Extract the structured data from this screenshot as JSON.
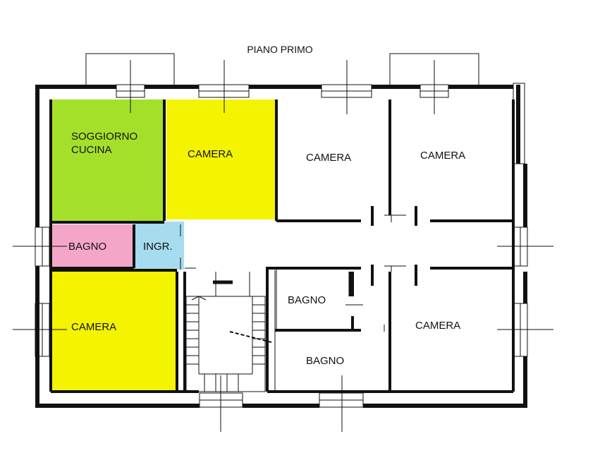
{
  "title": "PIANO PRIMO",
  "rooms": {
    "soggiorno_line1": "SOGGIORNO",
    "soggiorno_line2": "CUCINA",
    "camera_yellow_top": "CAMERA",
    "camera_mid": "CAMERA",
    "camera_right_top": "CAMERA",
    "bagno_pink": "BAGNO",
    "ingresso": "INGR.",
    "camera_yellow_bottom": "CAMERA",
    "bagno_upper": "BAGNO",
    "bagno_lower": "BAGNO",
    "camera_right_bottom": "CAMERA"
  },
  "colors": {
    "soggiorno": "#a4e02a",
    "camera_yellow": "#f4f300",
    "bagno": "#f4a6c8",
    "ingresso": "#a6dcee",
    "wall": "#111111"
  }
}
